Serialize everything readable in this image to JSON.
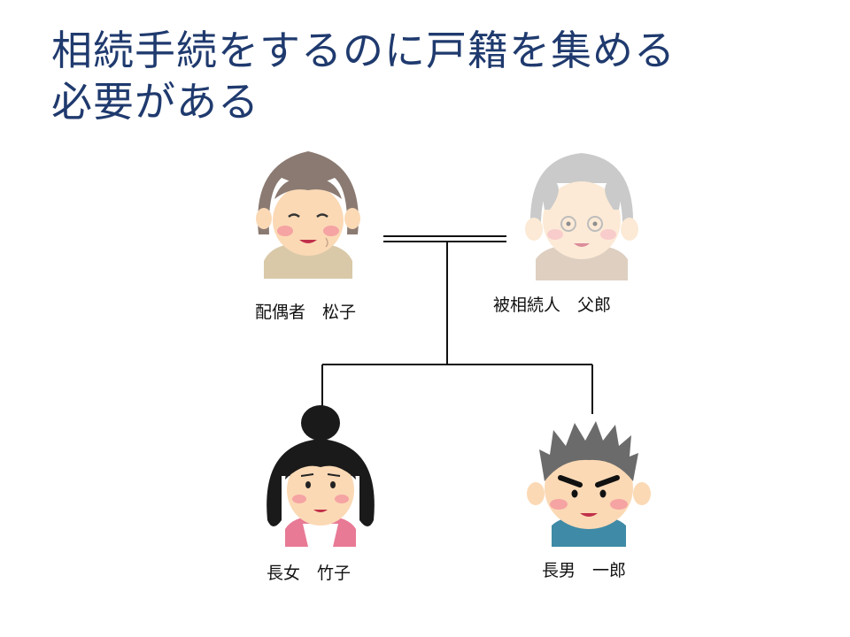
{
  "title": {
    "line1": "相続手続をするのに戸籍を集める",
    "line2": "必要がある"
  },
  "people": {
    "spouse": {
      "label": "配偶者　松子",
      "icon": "elderly-woman-icon"
    },
    "deceased": {
      "label": "被相続人　父郎",
      "icon": "elderly-man-icon"
    },
    "daughter": {
      "label": "長女　竹子",
      "icon": "woman-icon"
    },
    "son": {
      "label": "長男　一郎",
      "icon": "man-icon"
    }
  },
  "colors": {
    "title": "#1f3a6e",
    "line": "#111111",
    "skin": "#fbd9b5",
    "cheek": "#f5a3a3"
  }
}
